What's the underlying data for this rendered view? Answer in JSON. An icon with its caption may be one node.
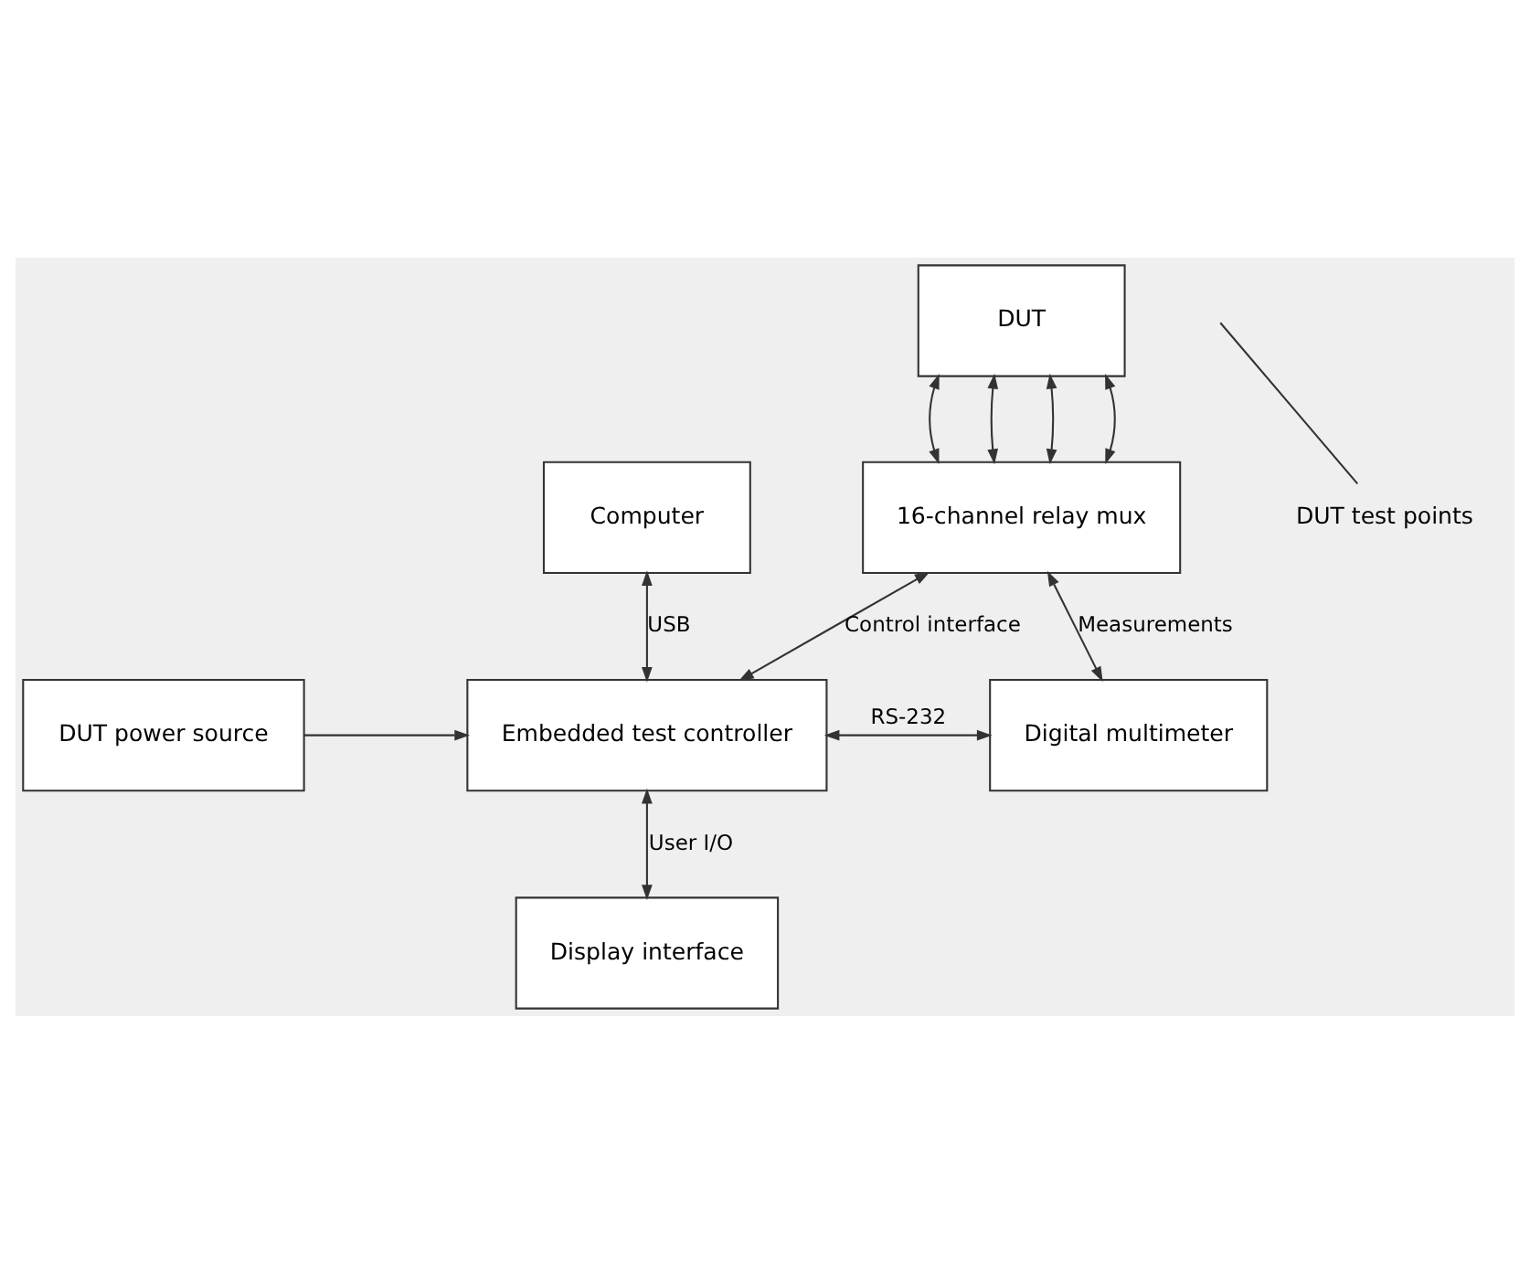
{
  "diagram": {
    "nodes": [
      {
        "text": [
          "DUT"
        ]
      },
      {
        "text": [
          "16-channel relay mux"
        ]
      },
      {
        "text": [
          "DUT power source"
        ]
      },
      {
        "text": [
          "Embedded test controller"
        ]
      },
      {
        "text": [
          "Digital multimeter"
        ]
      },
      {
        "text": [
          "Computer"
        ]
      },
      {
        "text": [
          "Display interface"
        ]
      },
      {
        "text": [
          "DUT test points"
        ]
      }
    ],
    "edges": [
      {
        "from": 0,
        "to": 1,
        "arrow": "both"
      },
      {
        "from": 0,
        "to": 1,
        "arrow": "both"
      },
      {
        "from": 0,
        "to": 1,
        "arrow": "both"
      },
      {
        "from": 0,
        "to": 1,
        "arrow": "both"
      },
      {
        "from": 1,
        "to": 4,
        "arrow": "both",
        "label": "Measurements"
      },
      {
        "from": 1,
        "to": 3,
        "arrow": "both",
        "label": "Control interface"
      },
      {
        "from": 2,
        "to": 3,
        "arrow": "to"
      },
      {
        "from": 3,
        "to": 4,
        "arrow": "both",
        "label": "RS-232"
      },
      {
        "from": 5,
        "to": 3,
        "arrow": "both",
        "label": "USB"
      },
      {
        "from": 3,
        "to": 6,
        "arrow": "both",
        "label": "User I/O"
      },
      {
        "from": 7,
        "to": null,
        "arrow": "none"
      }
    ]
  }
}
